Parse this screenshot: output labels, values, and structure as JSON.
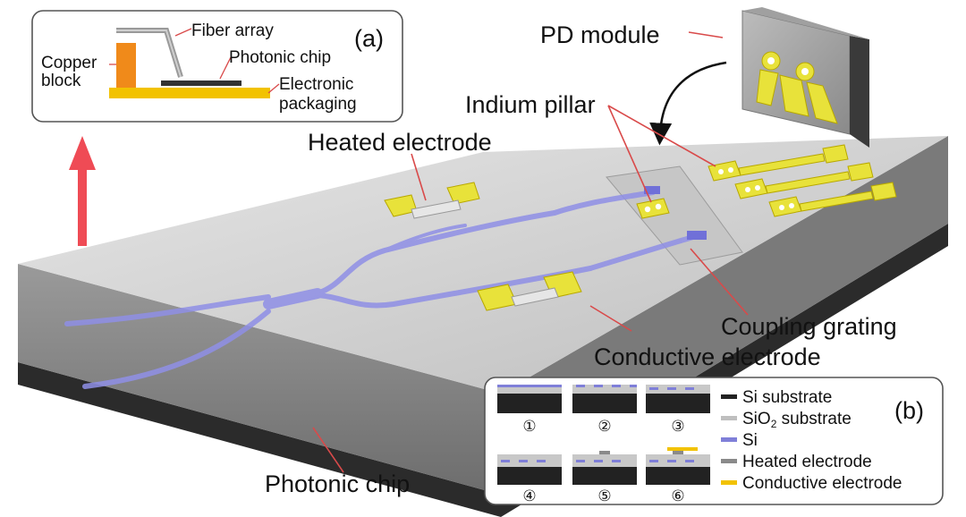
{
  "labels": {
    "pd_module": "PD module",
    "indium_pillar": "Indium pillar",
    "heated_electrode": "Heated electrode",
    "coupling_grating": "Coupling grating",
    "conductive_electrode": "Conductive electrode",
    "photonic_chip": "Photonic chip"
  },
  "inset_a": {
    "tag": "(a)",
    "fiber_array": "Fiber array",
    "copper": "Copper",
    "block": "block",
    "photonic_chip": "Photonic chip",
    "electronic": "Electronic",
    "packaging": "packaging"
  },
  "inset_b": {
    "tag": "(b)",
    "steps": [
      "①",
      "②",
      "③",
      "④",
      "⑤",
      "⑥"
    ],
    "legend": [
      {
        "text": "Si substrate",
        "color": "#222222"
      },
      {
        "text": "SiO",
        "sub": "2",
        "tail": " substrate",
        "color": "#bfbfbf"
      },
      {
        "text": "Si",
        "color": "#7f7fd8"
      },
      {
        "text": "Heated electrode",
        "color": "#8a8a8a"
      },
      {
        "text": "Conductive electrode",
        "color": "#f2c200"
      }
    ]
  },
  "colors": {
    "waveguide": "#8f8fe6",
    "gold": "#e8e23a",
    "copper": "#f08a1a",
    "arrow": "#ef4b55",
    "leader": "#d94a4a",
    "chip_top": "#d4d4d4",
    "substrate": "#2d2d2d"
  }
}
